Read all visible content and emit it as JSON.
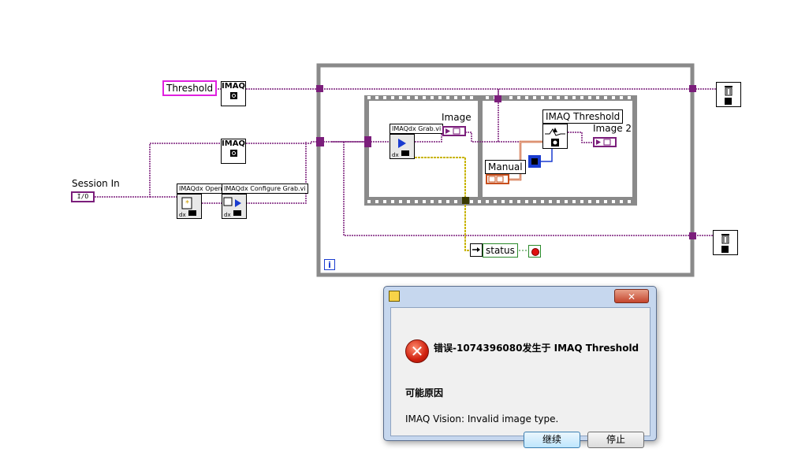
{
  "diagram": {
    "threshold_label": "Threshold",
    "imaq_label": "IMAQ",
    "session_in_label": "Session In",
    "session_terminal": "I/O",
    "open_vi_label": "IMAQdx Open",
    "configure_grab_label": "IMAQdx Configure Grab.vi",
    "grab_vi_label": "IMAQdx Grab.vi",
    "image_label": "Image",
    "imaq_threshold_label": "IMAQ Threshold",
    "image2_label": "Image 2",
    "manual_label": "Manual",
    "status_label": "status",
    "loop_index_label": "i",
    "wire_color": "#7b1e7b",
    "error_wire_color": "#c8b400",
    "frame_color": "#8a8a8a"
  },
  "dialog": {
    "close_label": "✕",
    "error_message": "错误-1074396080发生于 IMAQ Threshold",
    "possible_cause": "可能原因",
    "detail": "IMAQ Vision:  Invalid image type.",
    "continue_button": "继续",
    "stop_button": "停止"
  }
}
